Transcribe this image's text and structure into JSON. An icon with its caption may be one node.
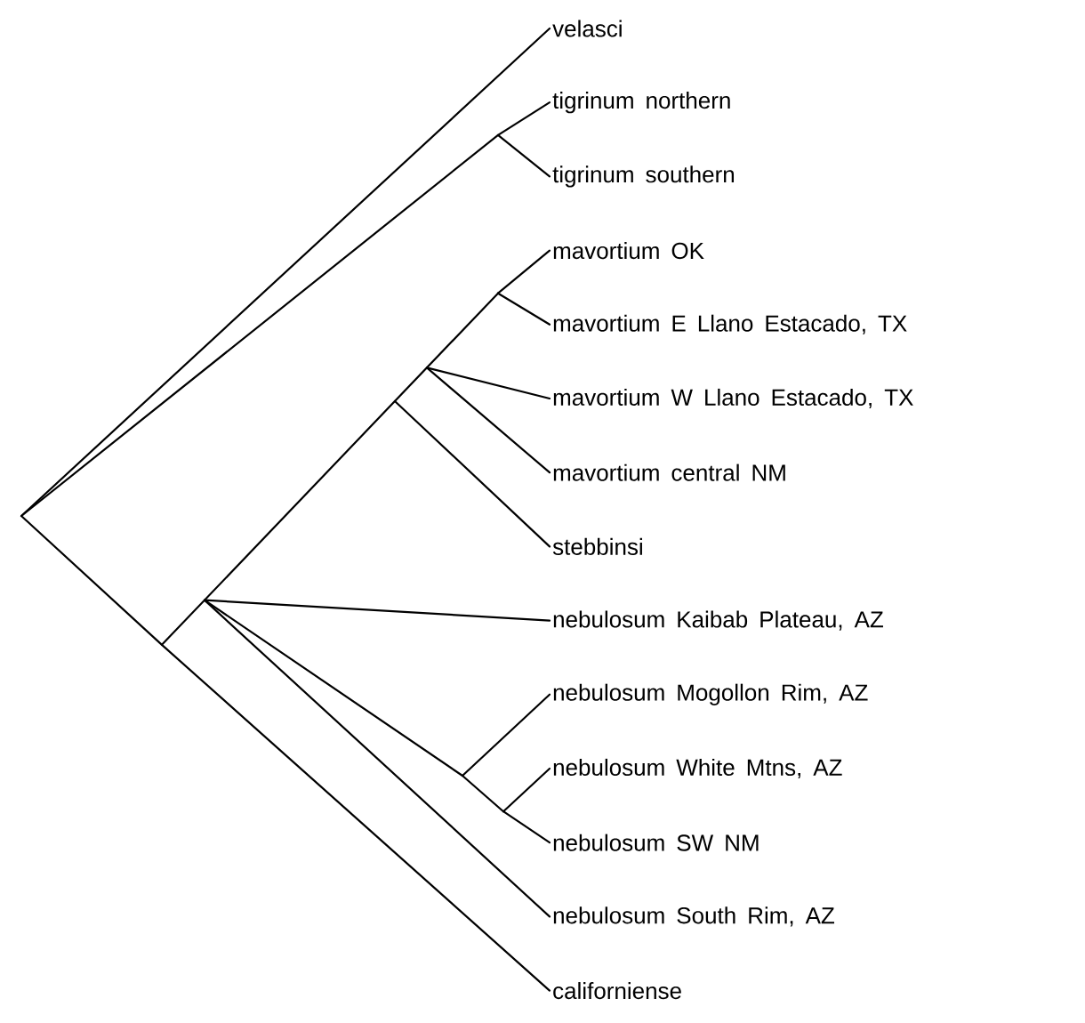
{
  "diagram": {
    "nodes": [
      {
        "text": [
          "velasci"
        ]
      },
      {
        "text": [
          "tigrinum northern"
        ]
      },
      {
        "text": [
          "tigrinum southern"
        ]
      },
      {
        "text": [
          "mavortium OK"
        ]
      },
      {
        "text": [
          "mavortium E Llano Estacado, TX"
        ]
      },
      {
        "text": [
          "mavortium W Llano Estacado, TX"
        ]
      },
      {
        "text": [
          "mavortium central NM"
        ]
      },
      {
        "text": [
          "stebbinsi"
        ]
      },
      {
        "text": [
          "nebulosum Kaibab Plateau, AZ"
        ]
      },
      {
        "text": [
          "nebulosum Mogollon Rim, AZ"
        ]
      },
      {
        "text": [
          "nebulosum White Mtns, AZ"
        ]
      },
      {
        "text": [
          "nebulosum SW NM"
        ]
      },
      {
        "text": [
          "nebulosum South Rim, AZ"
        ]
      },
      {
        "text": [
          "californiense"
        ]
      }
    ],
    "edges": [
      {
        "from": null,
        "to": 0,
        "arrow": "none"
      },
      {
        "from": null,
        "to": 1,
        "arrow": "none"
      },
      {
        "from": null,
        "to": 2,
        "arrow": "none"
      },
      {
        "from": null,
        "to": 3,
        "arrow": "none"
      },
      {
        "from": null,
        "to": 4,
        "arrow": "none"
      },
      {
        "from": null,
        "to": 5,
        "arrow": "none"
      },
      {
        "from": null,
        "to": 6,
        "arrow": "none"
      },
      {
        "from": null,
        "to": 7,
        "arrow": "none"
      },
      {
        "from": null,
        "to": 8,
        "arrow": "none"
      },
      {
        "from": null,
        "to": 9,
        "arrow": "none"
      },
      {
        "from": null,
        "to": 10,
        "arrow": "none"
      },
      {
        "from": null,
        "to": 11,
        "arrow": "none"
      },
      {
        "from": null,
        "to": 12,
        "arrow": "none"
      },
      {
        "from": null,
        "to": 13,
        "arrow": "none"
      }
    ]
  }
}
